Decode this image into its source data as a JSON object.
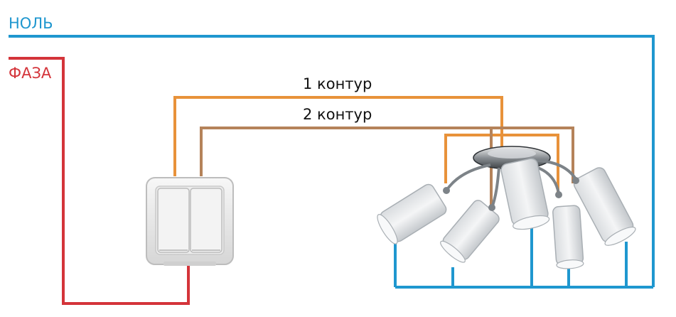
{
  "labels": {
    "null_wire": "НОЛЬ",
    "phase_wire": "ФАЗА",
    "circuit_1": "1 контур",
    "circuit_2": "2 контур"
  },
  "colors": {
    "null_wire": "#1f97cf",
    "phase_wire": "#d4343a",
    "circuit_1_wire": "#e8923a",
    "circuit_2_wire": "#b5835a",
    "text": "#111111"
  },
  "components": {
    "switch": "double-gang-light-switch-icon",
    "chandelier": "five-arm-chandelier-icon"
  }
}
